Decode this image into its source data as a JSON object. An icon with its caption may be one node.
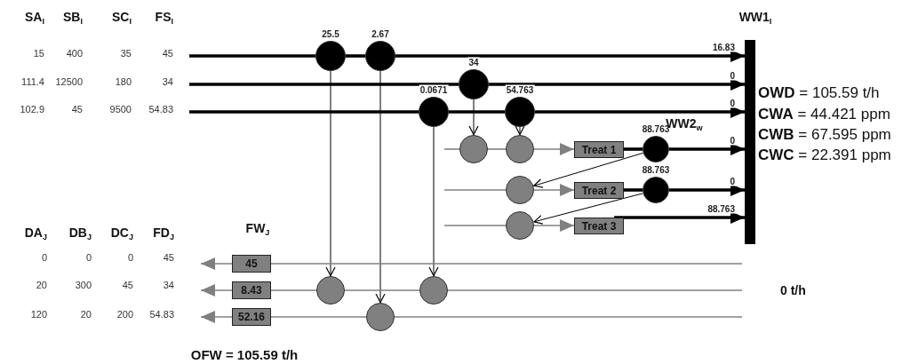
{
  "diagram": {
    "nodes": [
      {
        "text": [],
        "shape": "circle",
        "beside": [
          "25.5"
        ]
      },
      {
        "text": [],
        "shape": "circle",
        "beside": [
          "2.67"
        ]
      },
      {
        "text": [],
        "shape": "circle",
        "beside": [
          "34"
        ]
      },
      {
        "text": [],
        "shape": "circle",
        "beside": [
          "0.0671"
        ]
      },
      {
        "text": [],
        "shape": "circle",
        "beside": [
          "54.763"
        ]
      },
      {
        "text": [],
        "shape": "circle"
      },
      {
        "text": [],
        "shape": "circle"
      },
      {
        "text": [
          "Treat 1"
        ]
      },
      {
        "text": [],
        "shape": "circle",
        "beside": [
          "88.763"
        ]
      },
      {
        "text": [],
        "shape": "circle"
      },
      {
        "text": [
          "Treat 2"
        ]
      },
      {
        "text": [],
        "shape": "circle",
        "beside": [
          "88.763"
        ]
      },
      {
        "text": [],
        "shape": "circle"
      },
      {
        "text": [
          "Treat 3"
        ]
      },
      {
        "text": [],
        "shape": "bar"
      },
      {
        "text": [
          "45"
        ]
      },
      {
        "text": [
          "8.43"
        ]
      },
      {
        "text": [
          "52.16"
        ]
      },
      {
        "text": [],
        "shape": "circle"
      },
      {
        "text": [],
        "shape": "circle"
      },
      {
        "text": [],
        "shape": "circle"
      }
    ],
    "edges": [
      {
        "from": null,
        "to": 0,
        "arrow": "none",
        "style": "thick"
      },
      {
        "from": 0,
        "to": 1,
        "arrow": "none",
        "style": "thick"
      },
      {
        "from": 1,
        "to": 14,
        "arrow": "to",
        "style": "thick",
        "label": "16.83"
      },
      {
        "from": null,
        "to": 2,
        "arrow": "none",
        "style": "thick"
      },
      {
        "from": 2,
        "to": 14,
        "arrow": "to",
        "style": "thick",
        "label": "0"
      },
      {
        "from": null,
        "to": 3,
        "arrow": "none",
        "style": "thick"
      },
      {
        "from": 3,
        "to": 4,
        "arrow": "none",
        "style": "thick"
      },
      {
        "from": 4,
        "to": 14,
        "arrow": "to",
        "style": "thick",
        "label": "0"
      },
      {
        "from": 2,
        "to": 5,
        "arrow": "to"
      },
      {
        "from": 4,
        "to": 6,
        "arrow": "to"
      },
      {
        "from": 0,
        "to": 18,
        "arrow": "to"
      },
      {
        "from": 1,
        "to": 20,
        "arrow": "to"
      },
      {
        "from": 3,
        "to": 19,
        "arrow": "to"
      },
      {
        "from": null,
        "to": 5,
        "arrow": "none",
        "color": "#808080"
      },
      {
        "from": 5,
        "to": 6,
        "arrow": "none",
        "color": "#808080"
      },
      {
        "from": 6,
        "to": 7,
        "arrow": "to",
        "color": "#808080"
      },
      {
        "from": 7,
        "to": 8,
        "arrow": "none",
        "style": "thick"
      },
      {
        "from": 8,
        "to": 14,
        "arrow": "to",
        "style": "thick",
        "label": "0"
      },
      {
        "from": 8,
        "to": 9,
        "arrow": "to"
      },
      {
        "from": null,
        "to": 9,
        "arrow": "none",
        "color": "#808080"
      },
      {
        "from": 9,
        "to": 10,
        "arrow": "to",
        "color": "#808080"
      },
      {
        "from": 10,
        "to": 11,
        "arrow": "none",
        "style": "thick"
      },
      {
        "from": 11,
        "to": 14,
        "arrow": "to",
        "style": "thick",
        "label": "0"
      },
      {
        "from": 11,
        "to": 12,
        "arrow": "to"
      },
      {
        "from": null,
        "to": 12,
        "arrow": "none",
        "color": "#808080"
      },
      {
        "from": 12,
        "to": 13,
        "arrow": "to",
        "color": "#808080"
      },
      {
        "from": 13,
        "to": 14,
        "arrow": "to",
        "style": "thick",
        "label": "88.763"
      },
      {
        "from": null,
        "to": 15,
        "arrow": "none",
        "color": "#808080"
      },
      {
        "from": 15,
        "to": null,
        "arrow": "to",
        "color": "#808080"
      },
      {
        "from": null,
        "to": 19,
        "arrow": "none",
        "color": "#808080"
      },
      {
        "from": 19,
        "to": 18,
        "arrow": "none",
        "color": "#808080"
      },
      {
        "from": 18,
        "to": 16,
        "arrow": "none",
        "color": "#808080"
      },
      {
        "from": 16,
        "to": null,
        "arrow": "to",
        "color": "#808080"
      },
      {
        "from": null,
        "to": 20,
        "arrow": "none",
        "color": "#808080"
      },
      {
        "from": 20,
        "to": 17,
        "arrow": "none",
        "color": "#808080"
      },
      {
        "from": 17,
        "to": null,
        "arrow": "to",
        "color": "#808080"
      }
    ],
    "labels": [
      "SA$_{I}$",
      "SB$_{I}$",
      "SC$_{I}$",
      "FS$_{I}$",
      "15",
      "400",
      "35",
      "45",
      "111.4",
      "12500",
      "180",
      "34",
      "102.9",
      "45",
      "9500",
      "54.83",
      "WW1$_{I}$",
      "**OWD** = 105.59 t/h",
      "**CWA** = 44.421 ppm",
      "**CWB** = 67.595 ppm",
      "**CWC** = 22.391 ppm",
      "WW2$_{w}$",
      "DA$_{J}$",
      "DB$_{J}$",
      "DC$_{J}$",
      "FD$_{J}$",
      "FW$_{J}$",
      "0",
      "0",
      "0",
      "45",
      "20",
      "300",
      "45",
      "34",
      "120",
      "20",
      "200",
      "54.83",
      "0 t/h",
      "OFW = 105.59 t/h"
    ]
  }
}
